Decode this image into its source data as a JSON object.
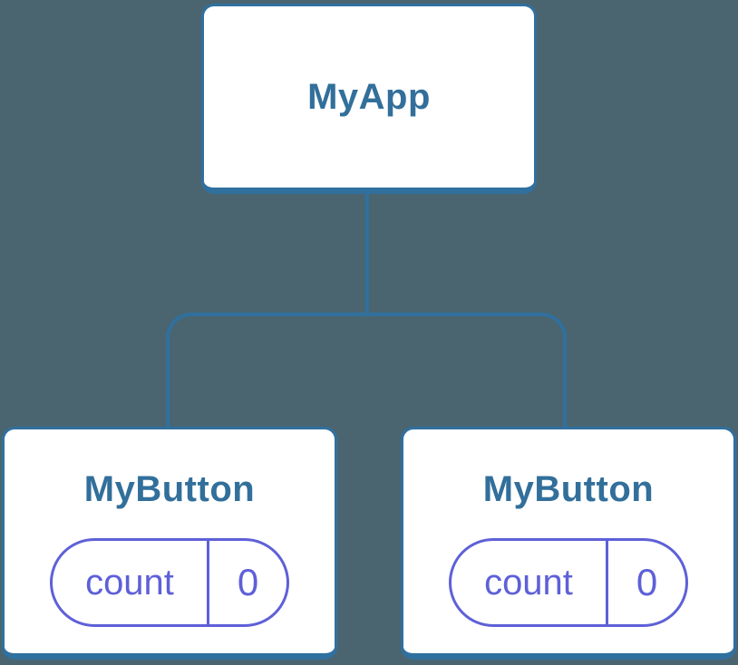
{
  "diagram": {
    "type": "component-tree",
    "colors": {
      "bg": "#4a6570",
      "line": "#30709f",
      "title": "#326f9b",
      "pill": "#5e60d8"
    },
    "root": {
      "label": "MyApp"
    },
    "children": [
      {
        "label": "MyButton",
        "state": {
          "key": "count",
          "value": "0"
        }
      },
      {
        "label": "MyButton",
        "state": {
          "key": "count",
          "value": "0"
        }
      }
    ]
  }
}
